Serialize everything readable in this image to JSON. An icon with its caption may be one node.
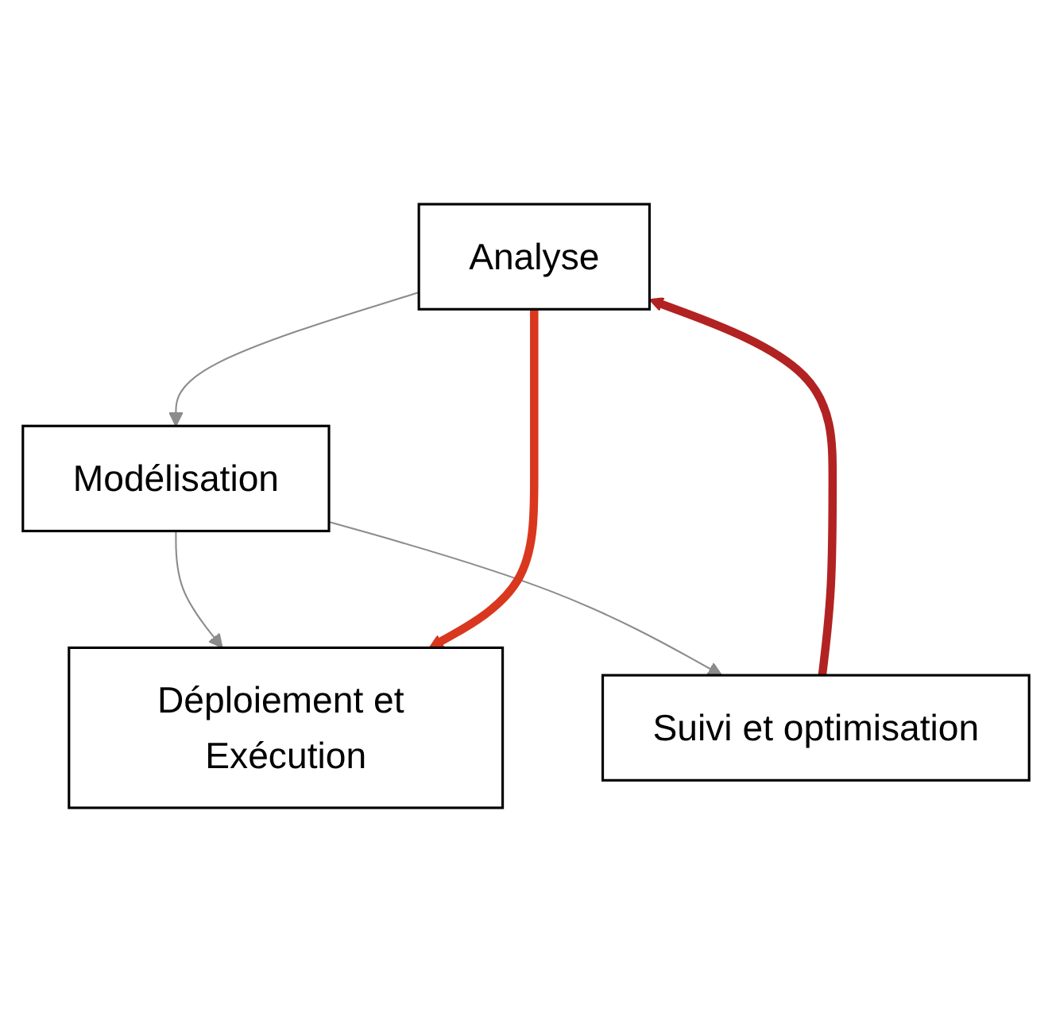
{
  "diagram": {
    "nodes": [
      {
        "text": [
          "Analyse"
        ]
      },
      {
        "text": [
          "Modélisation"
        ]
      },
      {
        "text": [
          "Déploiement et Exécution"
        ]
      },
      {
        "text": [
          "Suivi et optimisation"
        ]
      }
    ],
    "edges": [
      {
        "from": 0,
        "to": 1,
        "arrow": "to"
      },
      {
        "from": 1,
        "to": 2,
        "arrow": "to"
      },
      {
        "from": 1,
        "to": 3,
        "arrow": "to"
      },
      {
        "from": 0,
        "to": 2,
        "arrow": "to",
        "style": "thick",
        "color": "#d9381e"
      },
      {
        "from": 3,
        "to": 0,
        "arrow": "to",
        "style": "thick",
        "color": "#b22222"
      }
    ]
  }
}
